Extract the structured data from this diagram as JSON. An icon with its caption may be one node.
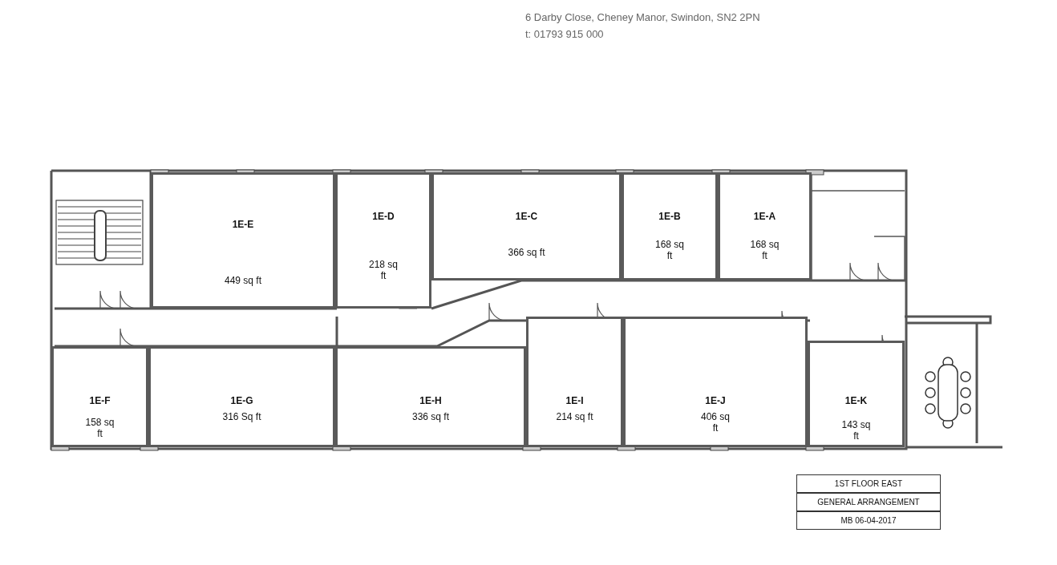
{
  "diagram": {
    "nodes": [
      {
        "text": [
          "1E-E",
          "449 sq ft"
        ]
      },
      {
        "text": [
          "1E-D",
          "218 sq ft"
        ]
      },
      {
        "text": [
          "1E-C",
          "366 sq ft"
        ]
      },
      {
        "text": [
          "1E-B",
          "168 sq ft"
        ]
      },
      {
        "text": [
          "1E-A",
          "168 sq ft"
        ]
      },
      {
        "text": [
          "1E-F",
          "158 sq ft"
        ]
      },
      {
        "text": [
          "1E-G",
          "316 Sq ft"
        ]
      },
      {
        "text": [
          "1E-H",
          "336 sq ft"
        ]
      },
      {
        "text": [
          "1E-I",
          "214 sq ft"
        ]
      },
      {
        "text": [
          "1E-J",
          "406 sq ft"
        ]
      },
      {
        "text": [
          "1E-K",
          "143 sq ft"
        ]
      }
    ],
    "labels": [
      "6 Darby Close, Cheney Manor, Swindon, SN2 2PN",
      "t: 01793 915 000",
      "1ST FLOOR EAST",
      "GENERAL ARRANGEMENT",
      "MB 06-04-2017"
    ]
  }
}
